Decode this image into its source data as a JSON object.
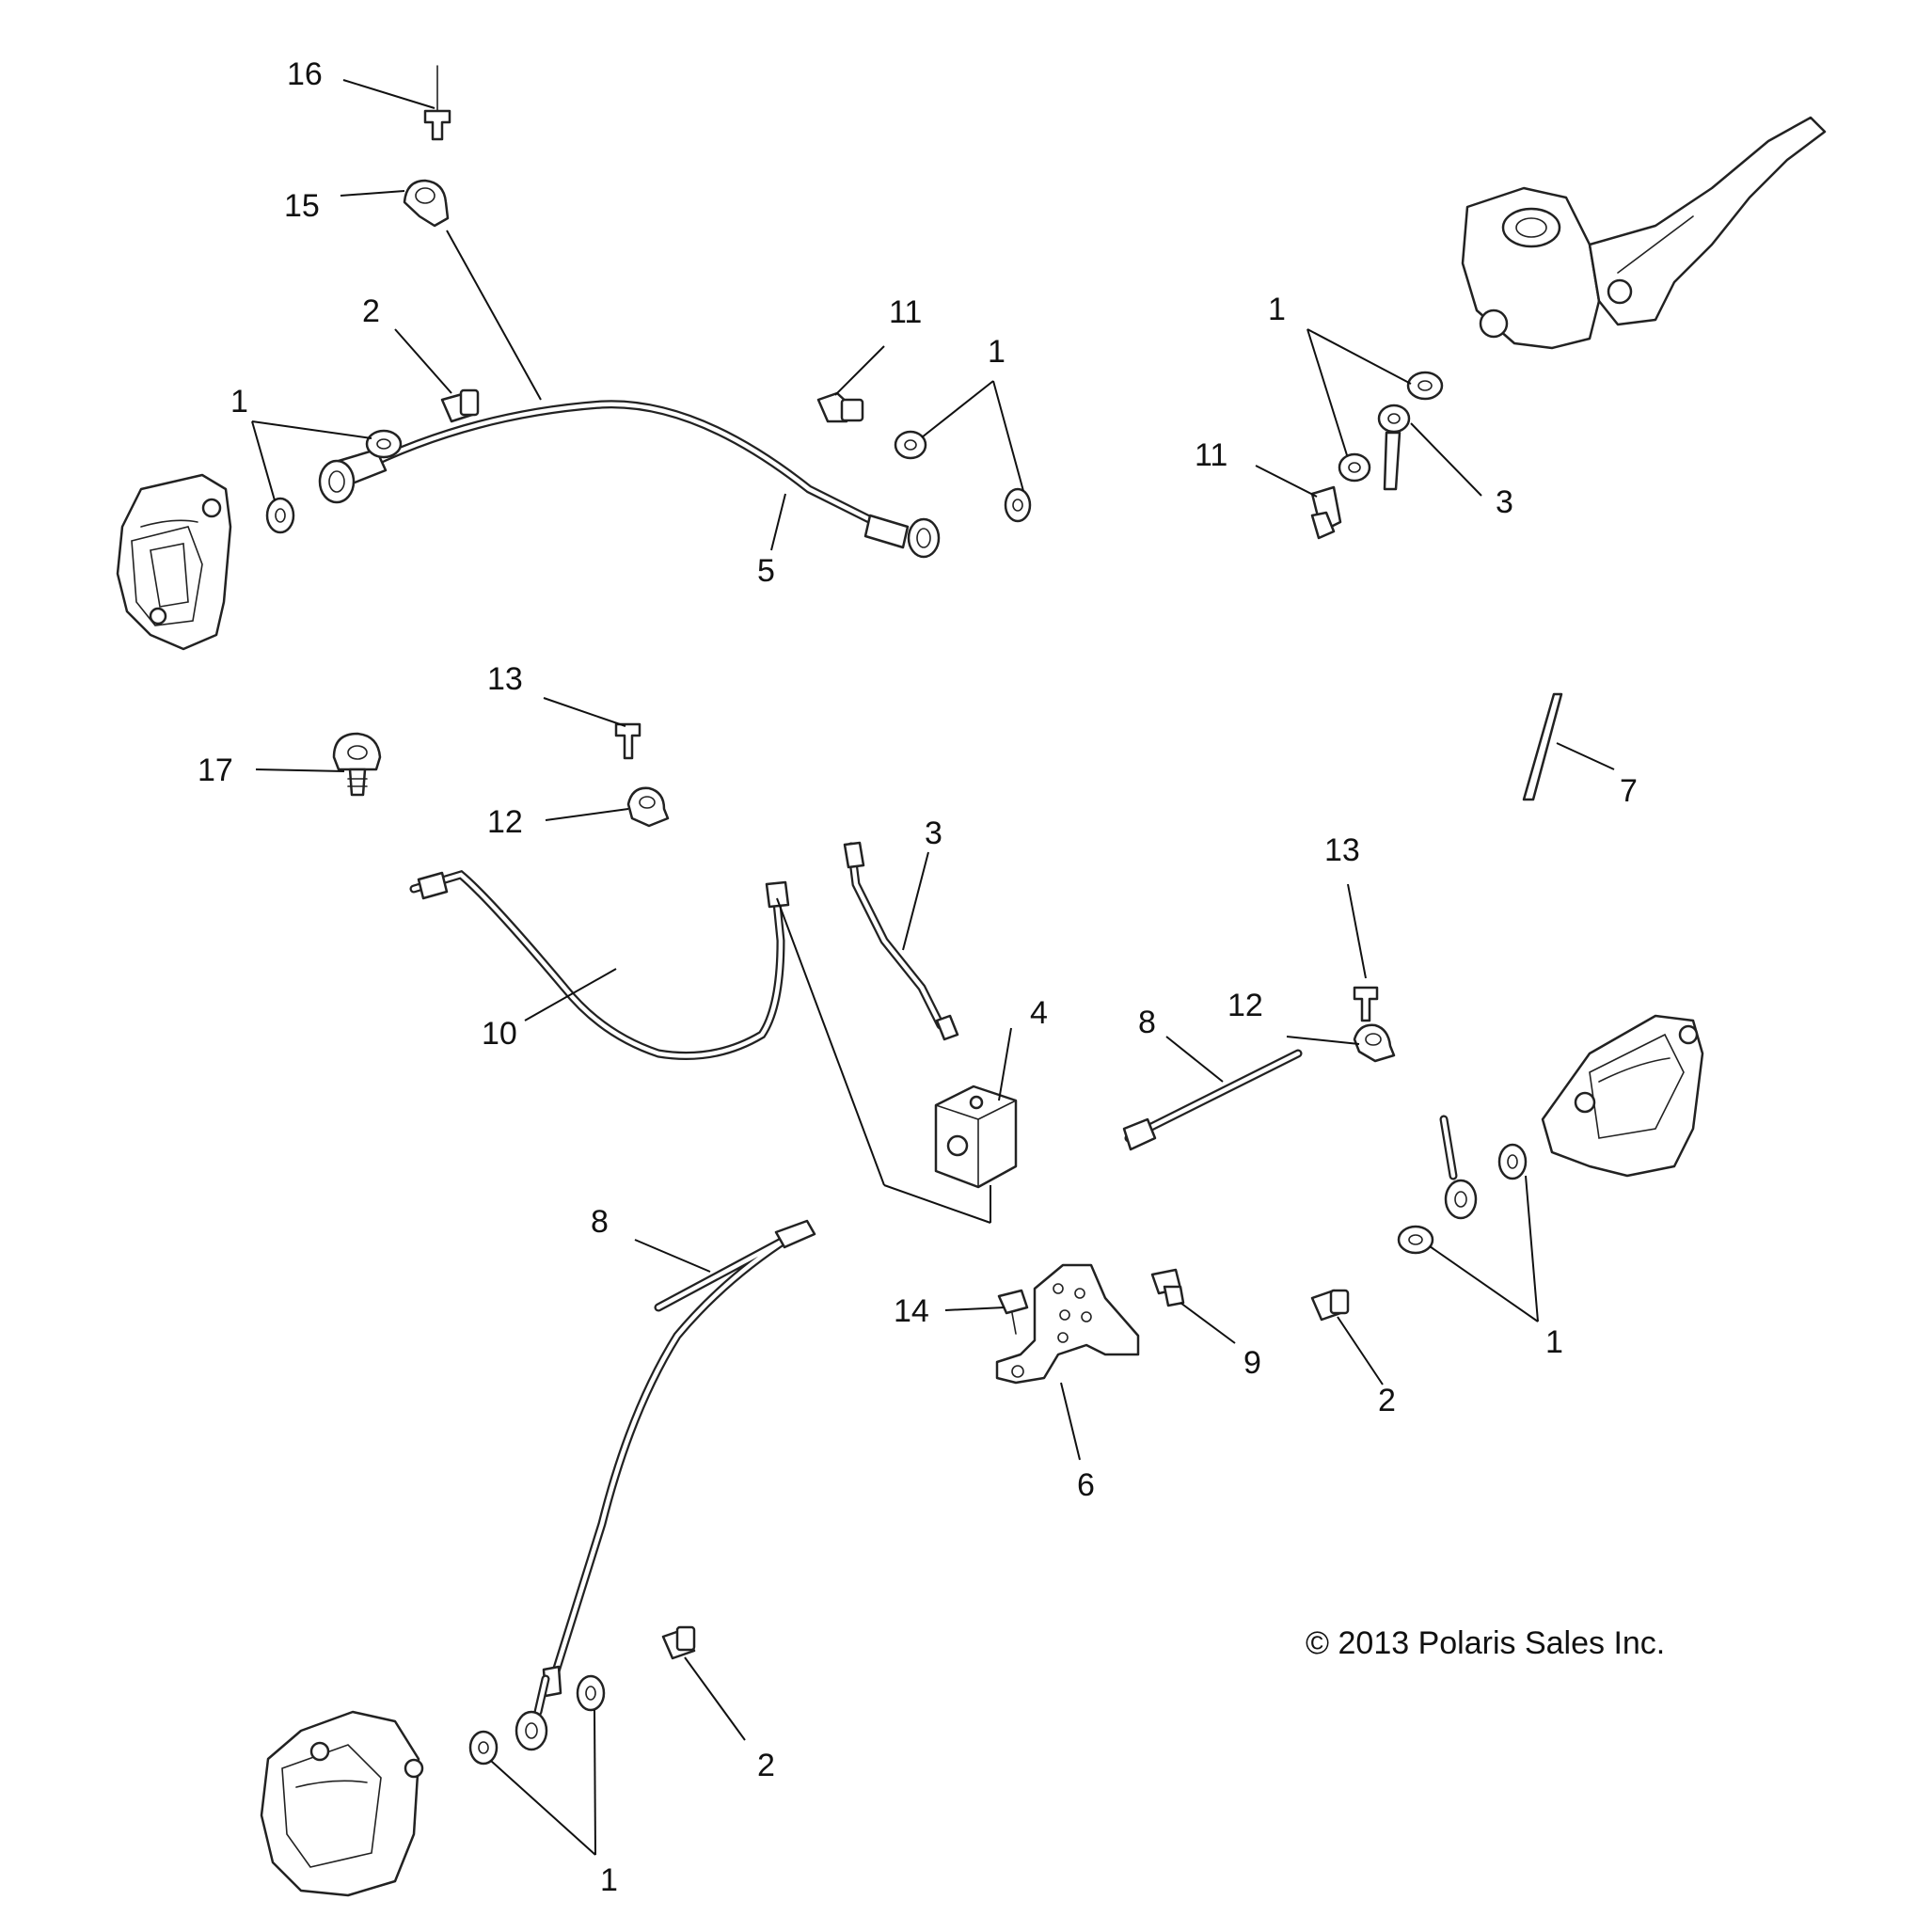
{
  "callouts": [
    {
      "id": "c16",
      "text": "16"
    },
    {
      "id": "c15",
      "text": "15"
    },
    {
      "id": "c2a",
      "text": "2"
    },
    {
      "id": "c1a",
      "text": "1"
    },
    {
      "id": "c11a",
      "text": "11"
    },
    {
      "id": "c1b",
      "text": "1"
    },
    {
      "id": "c5",
      "text": "5"
    },
    {
      "id": "c1c",
      "text": "1"
    },
    {
      "id": "c11b",
      "text": "11"
    },
    {
      "id": "c3a",
      "text": "3"
    },
    {
      "id": "c13a",
      "text": "13"
    },
    {
      "id": "c17",
      "text": "17"
    },
    {
      "id": "c12a",
      "text": "12"
    },
    {
      "id": "c7",
      "text": "7"
    },
    {
      "id": "c3b",
      "text": "3"
    },
    {
      "id": "c13b",
      "text": "13"
    },
    {
      "id": "c4",
      "text": "4"
    },
    {
      "id": "c8a",
      "text": "8"
    },
    {
      "id": "c12b",
      "text": "12"
    },
    {
      "id": "c10",
      "text": "10"
    },
    {
      "id": "c8b",
      "text": "8"
    },
    {
      "id": "c14",
      "text": "14"
    },
    {
      "id": "c9",
      "text": "9"
    },
    {
      "id": "c2b",
      "text": "2"
    },
    {
      "id": "c1d",
      "text": "1"
    },
    {
      "id": "c6",
      "text": "6"
    },
    {
      "id": "c2c",
      "text": "2"
    },
    {
      "id": "c1e",
      "text": "1"
    }
  ],
  "copyright": "© 2013 Polaris Sales Inc."
}
